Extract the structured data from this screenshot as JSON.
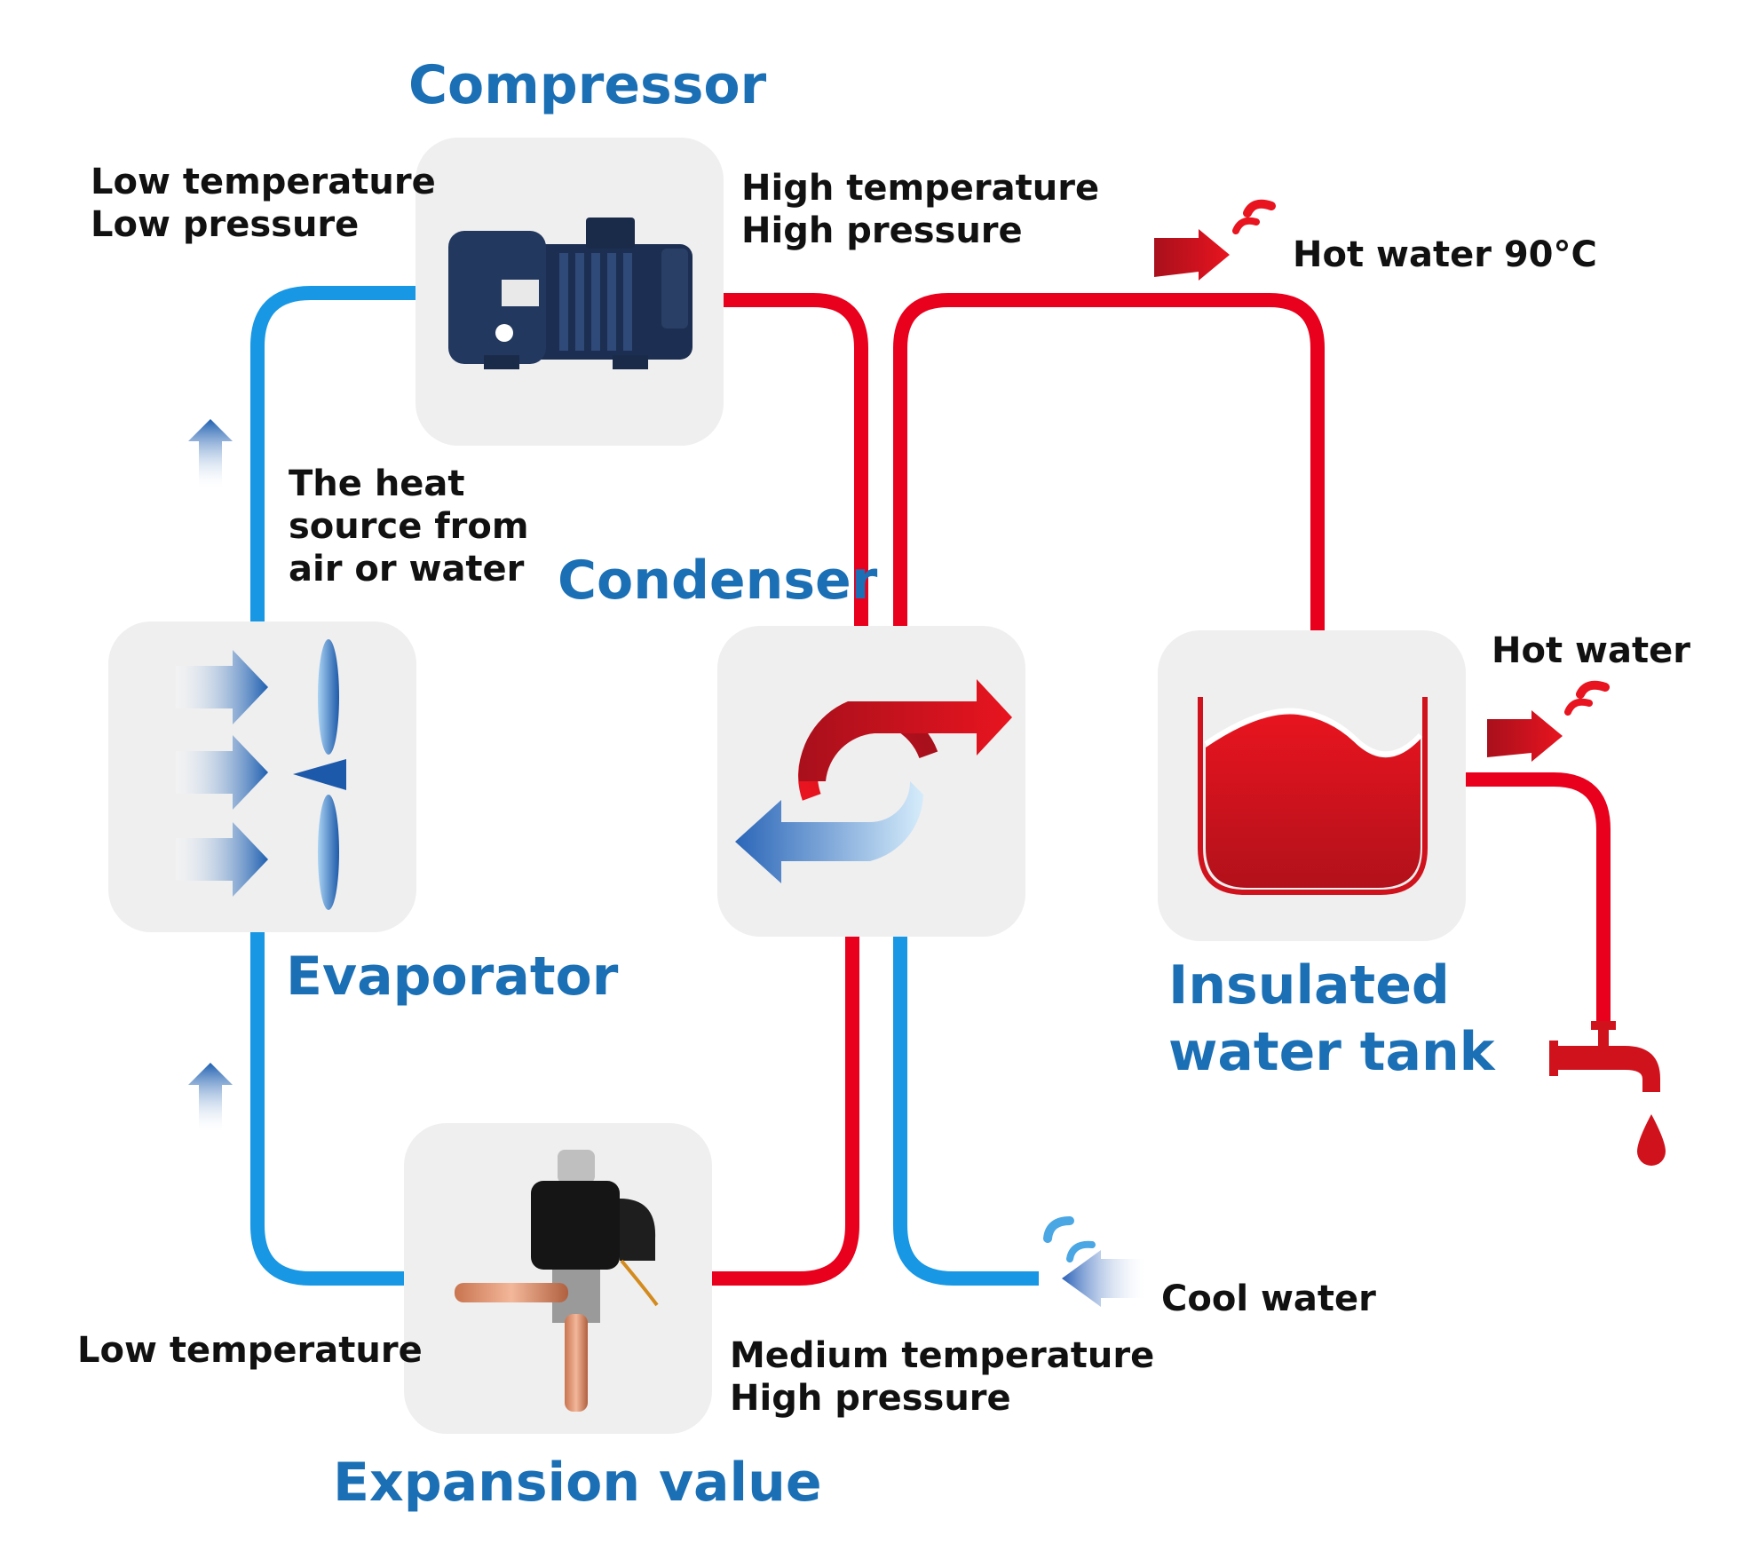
{
  "colors": {
    "blue_pipe": "#1797e4",
    "red_pipe": "#e8001c",
    "heading_blue": "#1a6fb5",
    "panel_bg": "#efefef",
    "text": "#111111"
  },
  "components": {
    "compressor": {
      "title": "Compressor",
      "icon": "compressor-icon"
    },
    "condenser": {
      "title": "Condenser",
      "icon": "heat-exchange-icon"
    },
    "evaporator": {
      "title": "Evaporator",
      "icon": "fan-icon"
    },
    "expansion": {
      "title": "Expansion value",
      "icon": "expansion-valve-icon"
    },
    "tank": {
      "title_line1": "Insulated",
      "title_line2": "water tank",
      "icon": "water-tank-icon"
    }
  },
  "labels": {
    "compressor_in_line1": "Low temperature",
    "compressor_in_line2": "Low pressure",
    "compressor_out_line1": "High temperature",
    "compressor_out_line2": "High pressure",
    "heat_source_line1": "The heat",
    "heat_source_line2": "source from",
    "heat_source_line3": "air or water",
    "expansion_in_line1": "Medium temperature",
    "expansion_in_line2": "High pressure",
    "expansion_out": "Low temperature",
    "hot_water_90": "Hot water 90°C",
    "hot_water": "Hot water",
    "cool_water": "Cool water"
  }
}
